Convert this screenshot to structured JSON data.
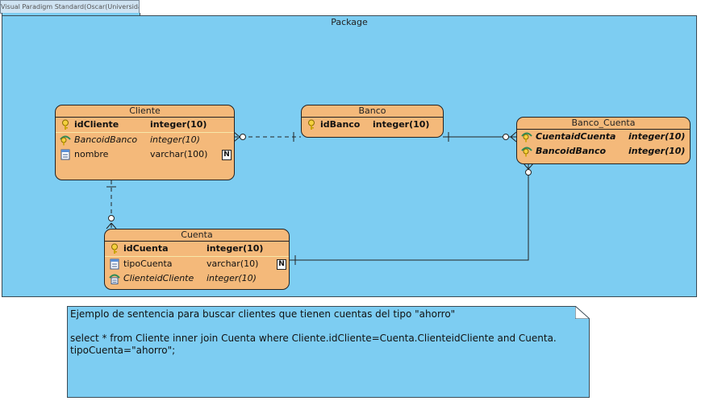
{
  "watermark": "Visual Paradigm Standard(Oscar(Universidad de La Frontera))",
  "package": {
    "title": "Package"
  },
  "entities": {
    "cliente": {
      "name": "Cliente",
      "rows": [
        {
          "col": "idCliente",
          "type": "integer(10)"
        },
        {
          "col": "BancoidBanco",
          "type": "integer(10)"
        },
        {
          "col": "nombre",
          "type": "varchar(100)",
          "nn": "N"
        }
      ]
    },
    "banco": {
      "name": "Banco",
      "rows": [
        {
          "col": "idBanco",
          "type": "integer(10)"
        }
      ]
    },
    "banco_cuenta": {
      "name": "Banco_Cuenta",
      "rows": [
        {
          "col": "CuentaidCuenta",
          "type": "integer(10)"
        },
        {
          "col": "BancoidBanco",
          "type": "integer(10)"
        }
      ]
    },
    "cuenta": {
      "name": "Cuenta",
      "rows": [
        {
          "col": "idCuenta",
          "type": "integer(10)"
        },
        {
          "col": "tipoCuenta",
          "type": "varchar(10)",
          "nn": "N"
        },
        {
          "col": "ClienteidCliente",
          "type": "integer(10)"
        }
      ]
    }
  },
  "note": {
    "line1": "Ejemplo de sentencia para buscar clientes que tienen cuentas del tipo \"ahorro\"",
    "line2": "select * from Cliente inner join Cuenta where Cliente.idCliente=Cuenta.ClienteidCliente and Cuenta.",
    "line3": "tipoCuenta=\"ahorro\";"
  }
}
